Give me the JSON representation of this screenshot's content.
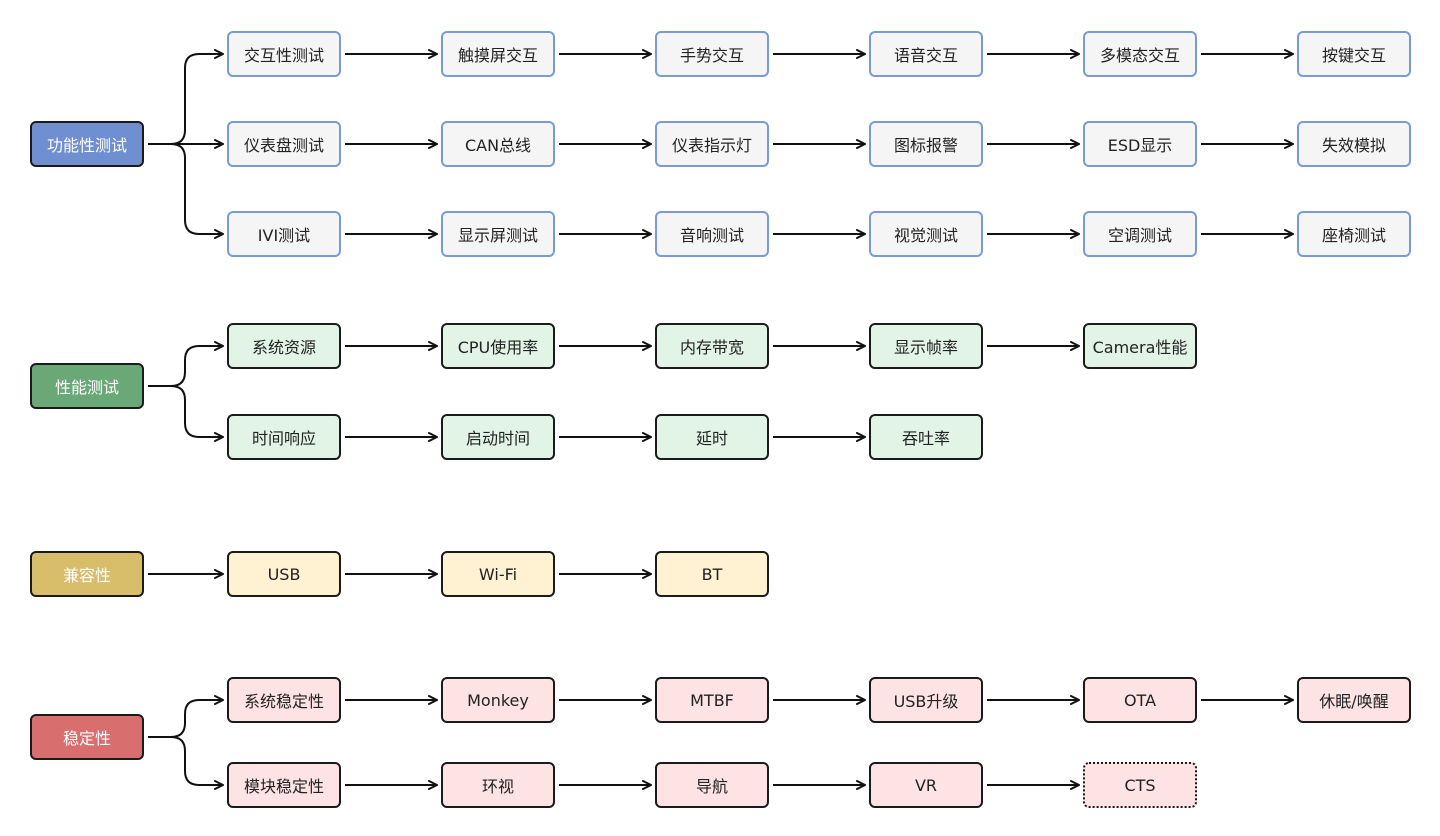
{
  "colors": {
    "functional_root": "#6f8fd0",
    "functional_child_fill": "#f5f5f5",
    "functional_child_border": "#7a9ad6",
    "performance_root": "#6aa877",
    "performance_child_fill": "#e2f4e6",
    "compatibility_root": "#d8bd6a",
    "compatibility_child_fill": "#fff2d2",
    "stability_root": "#d96e6e",
    "stability_child_fill": "#fde3e3",
    "line": "#111111"
  },
  "groups": [
    {
      "key": "functional",
      "root": "功能性测试",
      "rows": [
        [
          "交互性测试",
          "触摸屏交互",
          "手势交互",
          "语音交互",
          "多模态交互",
          "按键交互"
        ],
        [
          "仪表盘测试",
          "CAN总线",
          "仪表指示灯",
          "图标报警",
          "ESD显示",
          "失效模拟"
        ],
        [
          "IVI测试",
          "显示屏测试",
          "音响测试",
          "视觉测试",
          "空调测试",
          "座椅测试"
        ]
      ]
    },
    {
      "key": "performance",
      "root": "性能测试",
      "rows": [
        [
          "系统资源",
          "CPU使用率",
          "内存带宽",
          "显示帧率",
          "Camera性能"
        ],
        [
          "时间响应",
          "启动时间",
          "延时",
          "吞吐率"
        ]
      ]
    },
    {
      "key": "compatibility",
      "root": "兼容性",
      "rows": [
        [
          "USB",
          "Wi-Fi",
          "BT"
        ]
      ]
    },
    {
      "key": "stability",
      "root": "稳定性",
      "rows": [
        [
          "系统稳定性",
          "Monkey",
          "MTBF",
          "USB升级",
          "OTA",
          "休眠/唤醒"
        ],
        [
          "模块稳定性",
          "环视",
          "导航",
          "VR",
          "CTS"
        ]
      ]
    }
  ]
}
